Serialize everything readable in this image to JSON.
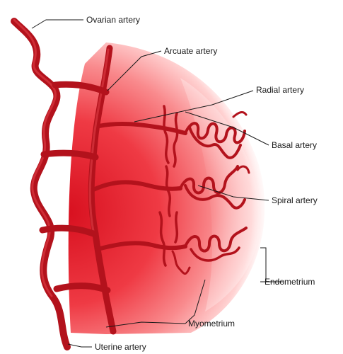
{
  "labels": {
    "ovarian_artery": "Ovarian artery",
    "arcuate_artery": "Arcuate artery",
    "radial_artery": "Radial artery",
    "basal_artery": "Basal artery",
    "spiral_artery": "Spiral artery",
    "endometrium": "Endometrium",
    "myometrium": "Myometrium",
    "uterine_artery": "Uterine artery"
  },
  "colors": {
    "vessel": "#b3121c",
    "vessel_highlight": "#e3424a",
    "myometrium_deep": "#e3192a",
    "endometrium_light": "#ffe3e3"
  }
}
